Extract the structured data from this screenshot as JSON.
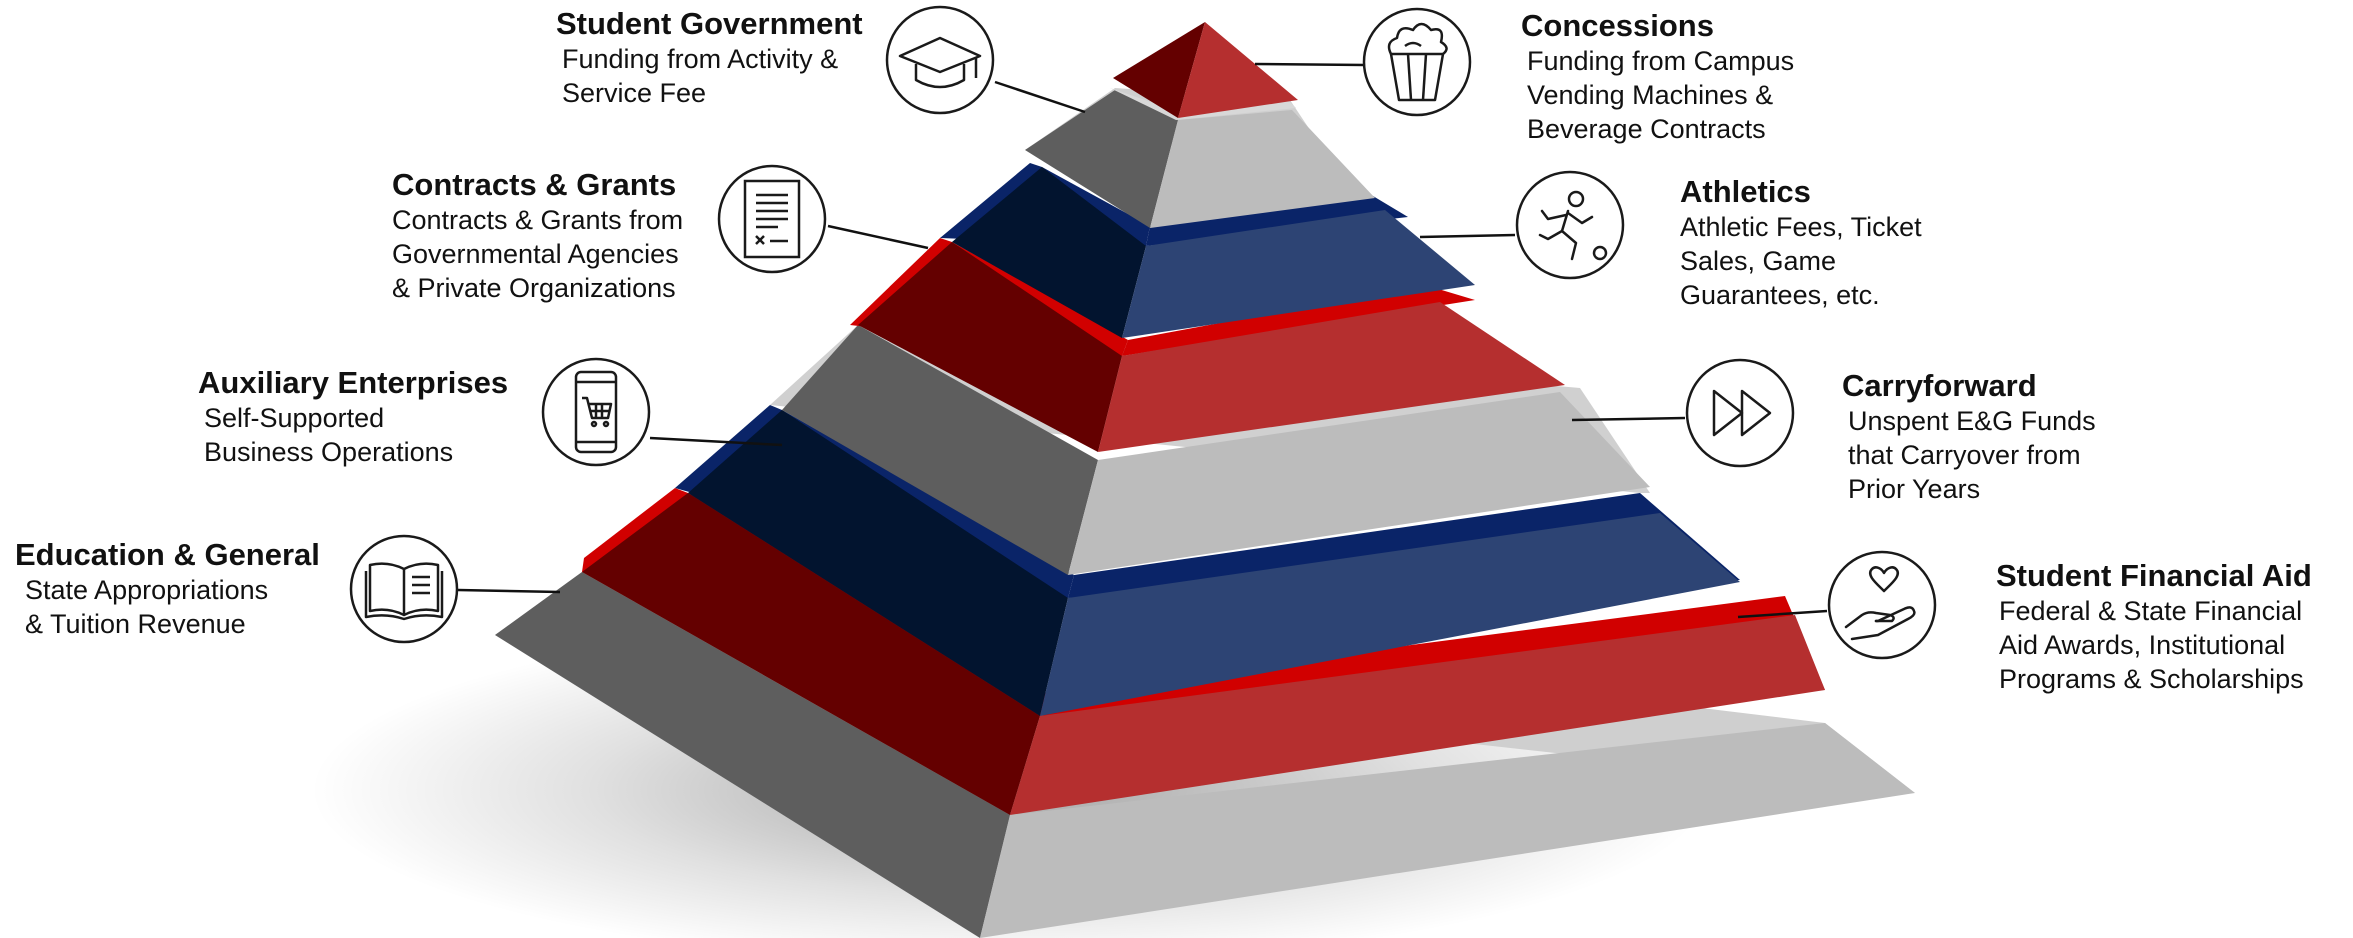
{
  "colors": {
    "dark_red": "#640000",
    "bright_red": "#d10000",
    "medium_red": "#b52f2f",
    "navy": "#02142f",
    "navy_stripe": "#0a2468",
    "slate_blue": "#2d4474",
    "dark_gray": "#5e5e5e",
    "light_gray": "#bcbcbc",
    "icon_circle_stroke": "#1a1a1a"
  },
  "categories": [
    {
      "id": "student-government",
      "title": "Student Government",
      "description_lines": [
        "Funding from Activity &",
        "Service Fee"
      ],
      "icon": "graduation-cap-icon"
    },
    {
      "id": "concessions",
      "title": "Concessions",
      "description_lines": [
        "Funding from Campus",
        "Vending Machines &",
        "Beverage Contracts"
      ],
      "icon": "popcorn-icon"
    },
    {
      "id": "contracts-grants",
      "title": "Contracts & Grants",
      "description_lines": [
        "Contracts & Grants from",
        "Governmental Agencies",
        "& Private Organizations"
      ],
      "icon": "document-icon"
    },
    {
      "id": "athletics",
      "title": "Athletics",
      "description_lines": [
        "Athletic Fees, Ticket",
        "Sales, Game",
        "Guarantees, etc."
      ],
      "icon": "running-player-icon"
    },
    {
      "id": "auxiliary-enterprises",
      "title": "Auxiliary Enterprises",
      "description_lines": [
        "Self-Supported",
        "Business Operations"
      ],
      "icon": "mobile-cart-icon"
    },
    {
      "id": "carryforward",
      "title": "Carryforward",
      "description_lines": [
        "Unspent E&G Funds",
        "that Carryover from",
        "Prior Years"
      ],
      "icon": "fast-forward-icon"
    },
    {
      "id": "education-general",
      "title": "Education & General",
      "description_lines": [
        "State Appropriations",
        "& Tuition Revenue"
      ],
      "icon": "open-book-icon"
    },
    {
      "id": "student-financial-aid",
      "title": "Student Financial Aid",
      "description_lines": [
        "Federal & State Financial",
        "Aid Awards, Institutional",
        "Programs & Scholarships"
      ],
      "icon": "heart-in-hand-icon"
    }
  ]
}
